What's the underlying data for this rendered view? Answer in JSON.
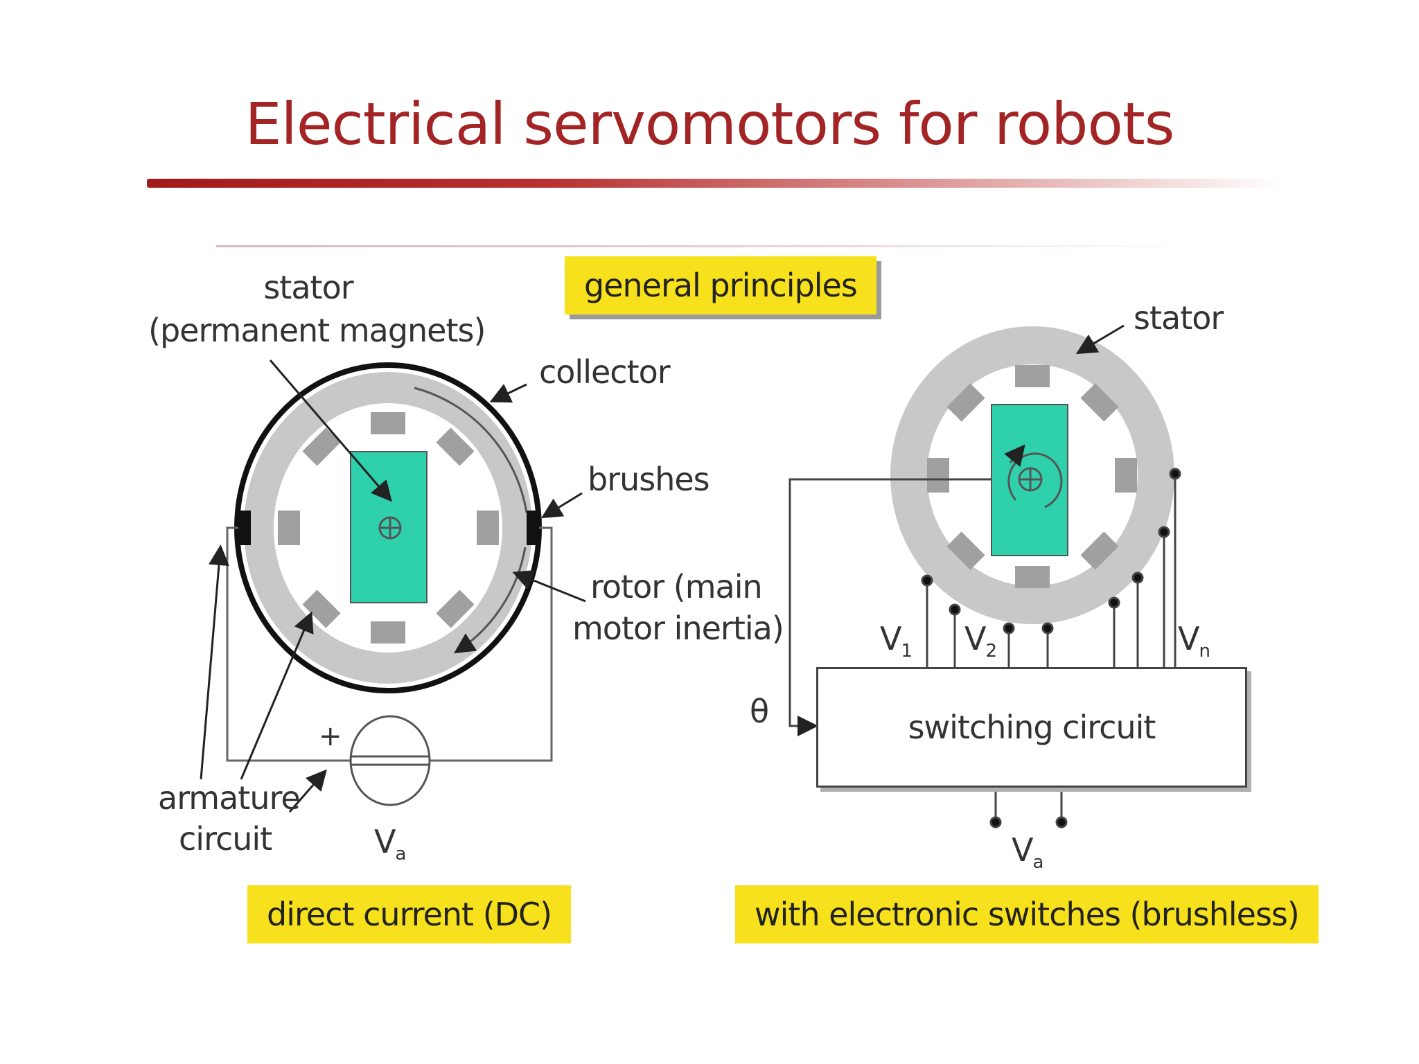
{
  "title": "Electrical servomotors for robots",
  "tags": {
    "general": "general principles",
    "dc": "direct current (DC)",
    "brushless": "with electronic switches (brushless)"
  },
  "dc_motor": {
    "stator_label": "stator",
    "stator_sub": "(permanent magnets)",
    "collector": "collector",
    "brushes": "brushes",
    "rotor_line1": "rotor (main",
    "rotor_line2": "motor inertia)",
    "armature_line1": "armature",
    "armature_line2": "circuit",
    "voltage": "V",
    "voltage_sub": "a",
    "plus": "+"
  },
  "brushless_motor": {
    "stator_label": "stator",
    "v1": "V",
    "v1_sub": "1",
    "v2": "V",
    "v2_sub": "2",
    "vn": "V",
    "vn_sub": "n",
    "theta": "θ",
    "switching_circuit": "switching circuit",
    "voltage": "V",
    "voltage_sub": "a"
  },
  "colors": {
    "title": "#a32424",
    "highlight": "#f6e11c",
    "rotor": "#2fd1ac",
    "stator": "#c8c8c8"
  }
}
